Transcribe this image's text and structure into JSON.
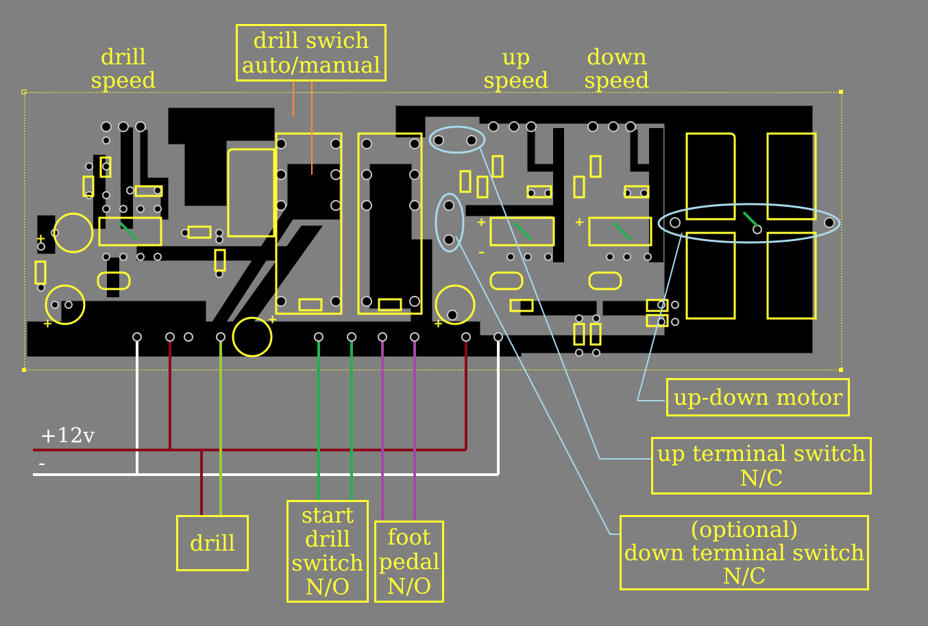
{
  "labels": {
    "drill_speed": [
      "drill",
      "speed"
    ],
    "drill_switch": [
      "drill swich",
      "auto/manual"
    ],
    "up_speed": [
      "up",
      "speed"
    ],
    "down_speed": [
      "down",
      "speed"
    ],
    "plus12v": "+12v",
    "minus": "-",
    "drill": "drill",
    "start_drill_switch": [
      "start",
      "drill",
      "switch",
      "N/O"
    ],
    "foot_pedal": [
      "foot",
      "pedal",
      "N/O"
    ],
    "up_down_motor": "up-down motor",
    "up_terminal_switch": [
      "up terminal switch",
      "N/C"
    ],
    "down_terminal_switch": [
      "(optional)",
      "down terminal switch",
      "N/C"
    ]
  },
  "colors": {
    "background": "#808080",
    "trace": "#000000",
    "silkscreen": "#ffff33",
    "wire_red": "#8b0a1a",
    "wire_white": "#ffffff",
    "wire_lime": "#9acd32",
    "wire_green": "#22b14c",
    "wire_purple": "#a349a4",
    "leader_orange": "#ff8c3a",
    "leader_blue": "#a8d8ea"
  }
}
